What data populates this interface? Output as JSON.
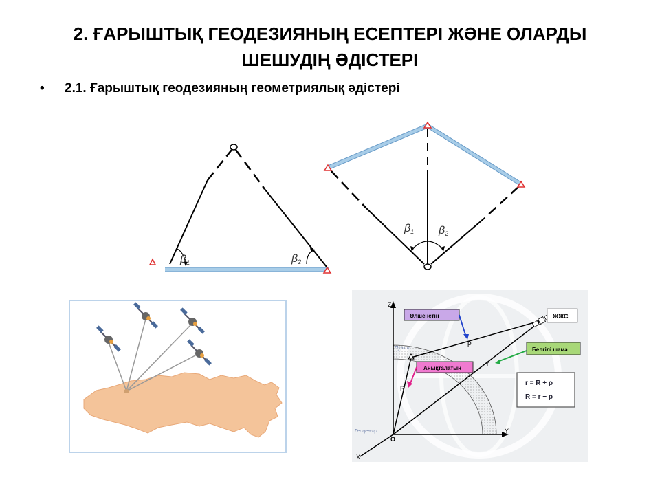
{
  "slide": {
    "title_line1": "2. ҒАРЫШТЫҚ  ГЕОДЕЗИЯНЫҢ  ЕСЕПТЕРІ  ЖӘНЕ ОЛАРДЫ",
    "title_line2": "ШЕШУДІҢ   ӘДІСТЕРІ",
    "bullet_symbol": "•",
    "bullet_text": "2.1. Ғарыштық геодезияның геометриялық әдістері"
  },
  "angles": {
    "beta1": "β",
    "beta1_sub": "1",
    "beta2": "β",
    "beta2_sub": "2"
  },
  "coord_diagram": {
    "axis_z": "Z",
    "axis_y": "Y",
    "axis_x": "X",
    "origin": "O",
    "geocenter": "Геоцентр",
    "point_label": "Пункт",
    "rho": "ρ",
    "r_small": "r",
    "r_big": "R",
    "measured": "Өлшенетін",
    "determined": "Анықталатын",
    "known": "Белгілі шама",
    "satellite": "ЖЖС",
    "formula1": "r = R + ρ",
    "formula2": "R = r − ρ"
  },
  "colors": {
    "baseline_blue": "#a8cde8",
    "triangle_marker": "#e03030",
    "map_fill": "#f4c49a",
    "frame_blue": "#bcd3ea",
    "measured_box": "#c9a8e8",
    "determined_box": "#f07ad0",
    "known_box": "#a8d878",
    "arrow_blue": "#2244cc",
    "arrow_magenta": "#e0208a",
    "arrow_green": "#22aa44"
  }
}
